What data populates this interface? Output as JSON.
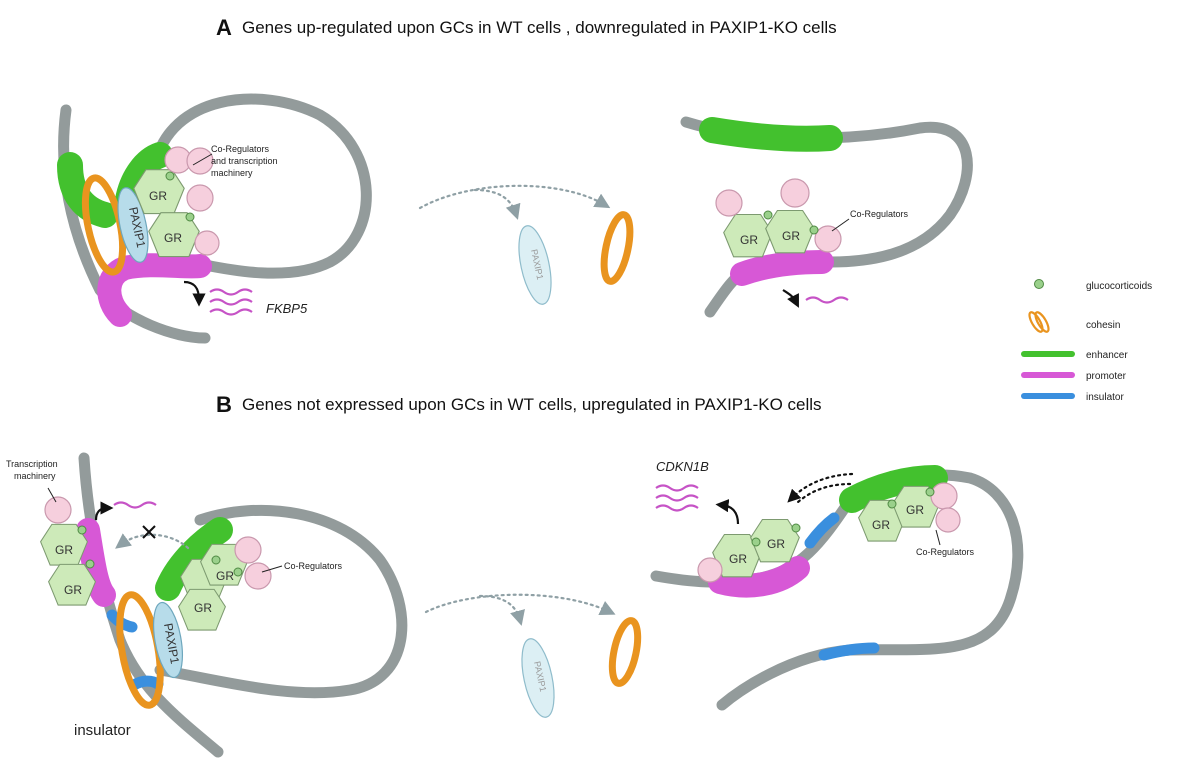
{
  "panel_a": {
    "letter": "A",
    "title": "Genes up-regulated upon GCs in WT cells , downregulated in PAXIP1-KO cells",
    "coreg_label_1": "Co-Regulators",
    "coreg_label_2": "and transcription",
    "coreg_label_3": "machinery",
    "coreg_label_right": "Co-Regulators",
    "gene": "FKBP5",
    "gr": "GR",
    "paxip": "PAXIP1"
  },
  "panel_b": {
    "letter": "B",
    "title": "Genes not expressed upon GCs in WT cells, upregulated in PAXIP1-KO cells",
    "tm_label_1": "Transcription",
    "tm_label_2": "machinery",
    "coreg_label": "Co-Regulators",
    "coreg_label_right": "Co-Regulators",
    "insulator_label": "insulator",
    "gene": "CDKN1B",
    "gr": "GR",
    "paxip": "PAXIP1"
  },
  "legend": {
    "items": [
      {
        "label": "glucocorticoids",
        "icon": "glucocorticoid-dot-icon"
      },
      {
        "label": "cohesin",
        "icon": "cohesin-ring-icon"
      },
      {
        "label": "enhancer",
        "color": "#43c12e"
      },
      {
        "label": "promoter",
        "color": "#d758d6"
      },
      {
        "label": "insulator",
        "color": "#3a8fde"
      }
    ]
  }
}
